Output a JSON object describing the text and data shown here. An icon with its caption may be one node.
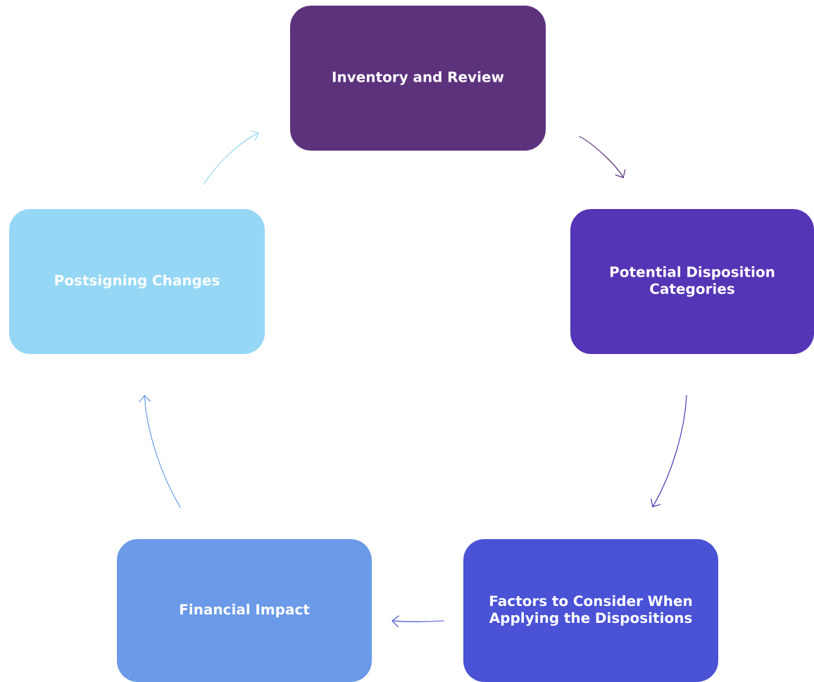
{
  "diagram": {
    "nodes": [
      {
        "text": [
          "Inventory and Review"
        ]
      },
      {
        "text": [
          "Postsigning Changes"
        ]
      },
      {
        "text": [
          "Potential Disposition Categories"
        ]
      },
      {
        "text": [
          "Financial Impact"
        ]
      },
      {
        "text": [
          "Factors to Consider When Applying the Dispositions"
        ]
      }
    ],
    "edges": [
      {
        "from": 0,
        "to": 2,
        "arrow": "to",
        "color": "#5c327d"
      },
      {
        "from": 2,
        "to": 4,
        "arrow": "to",
        "color": "#5435b5"
      },
      {
        "from": 4,
        "to": 3,
        "arrow": "to",
        "color": "#4a52d6"
      },
      {
        "from": 3,
        "to": 1,
        "arrow": "to",
        "color": "#6b9ae8"
      },
      {
        "from": 1,
        "to": 0,
        "arrow": "to",
        "color": "#95d7f5"
      }
    ]
  }
}
